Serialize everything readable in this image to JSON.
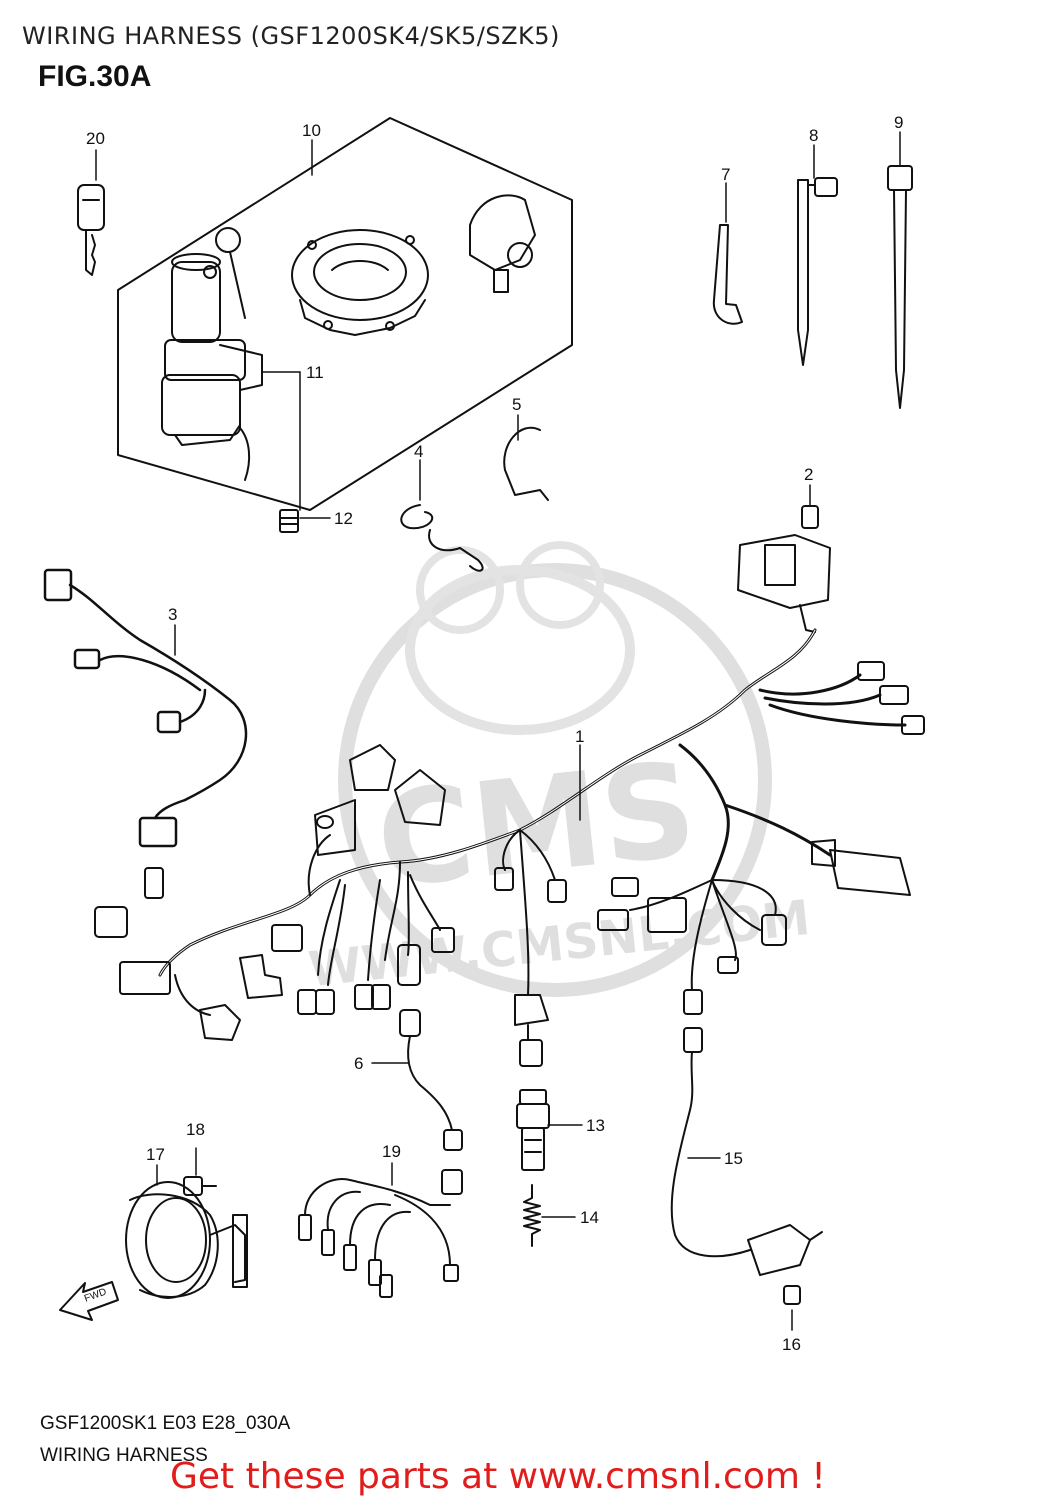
{
  "header": {
    "title": "WIRING HARNESS (GSF1200SK4/SK5/SZK5)"
  },
  "figure": {
    "label": "FIG.30A"
  },
  "callouts": [
    "1",
    "2",
    "3",
    "4",
    "5",
    "6",
    "7",
    "8",
    "9",
    "10",
    "11",
    "12",
    "13",
    "14",
    "15",
    "16",
    "17",
    "18",
    "19",
    "20"
  ],
  "watermark": {
    "brand": "CMS",
    "url": "WWW.CMSNL.COM"
  },
  "direction_arrow": {
    "text": "FWD"
  },
  "footer": {
    "code": "GSF1200SK1 E03 E28_030A",
    "caption": "WIRING HARNESS",
    "cta": "Get these parts at www.cmsnl.com !"
  },
  "colors": {
    "line": "#111111",
    "watermark": "#d9d9d9",
    "cta": "#e21b1b"
  }
}
